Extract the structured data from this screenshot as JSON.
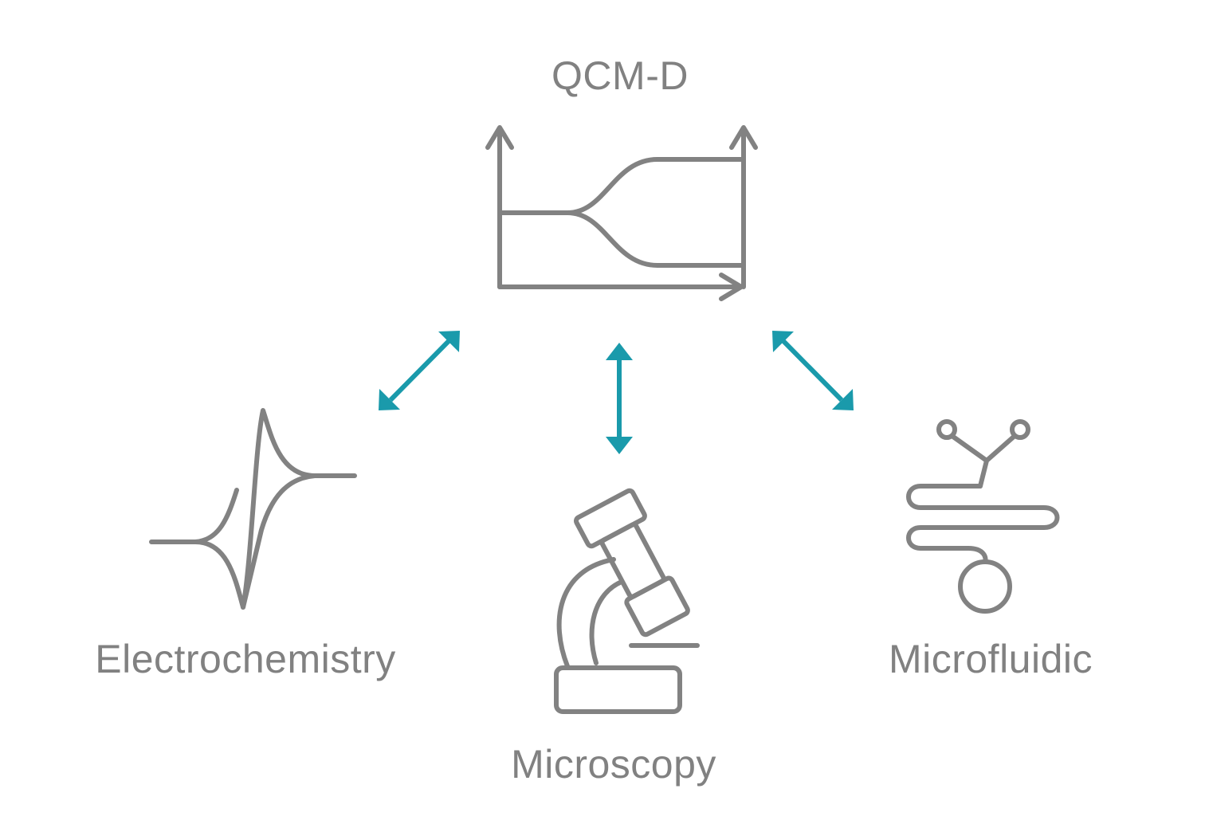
{
  "title": "QCM-D",
  "nodes": [
    {
      "label": "Electrochemistry"
    },
    {
      "label": "Microscopy"
    },
    {
      "label": "Microfluidic"
    }
  ],
  "colors": {
    "icon": "#828282",
    "text": "#818181",
    "arrow": "#1a9aab"
  }
}
